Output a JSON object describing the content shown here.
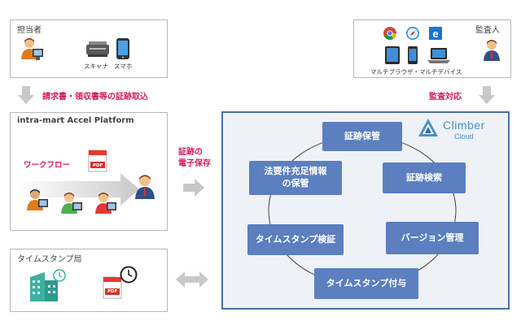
{
  "person_in_charge": {
    "label": "担当者",
    "scanner": "スキャナ",
    "smartphone": "スマホ"
  },
  "auditor": {
    "label": "監査人",
    "devices": "マルチブラウザ・マルチデバイス"
  },
  "intake_label": "請求書・領収書等の証跡取込",
  "audit_label": "監査対応",
  "platform": {
    "title": "intra-mart Accel Platform",
    "workflow": "ワークフロー",
    "pdf": "PDF"
  },
  "storage_arrow": {
    "line1": "証跡の",
    "line2": "電子保存"
  },
  "tsa": {
    "label": "タイムスタンプ局",
    "pdf": "PDF"
  },
  "cloud": {
    "brand_1": "Climber",
    "brand_2": "Cloud",
    "nodes": {
      "keep": "証跡保管",
      "search": "証跡検索",
      "version": "バージョン管理",
      "stamp_apply": "タイムスタンプ付与",
      "stamp_verify": "タイムスタンプ検証",
      "legal_line1": "法要件充足情報",
      "legal_line2": "の保管"
    }
  },
  "colors": {
    "node": "#5b7fbf",
    "accent": "#d81b60",
    "frame": "#4a6fa5",
    "panel_bg": "#eef1f6"
  }
}
